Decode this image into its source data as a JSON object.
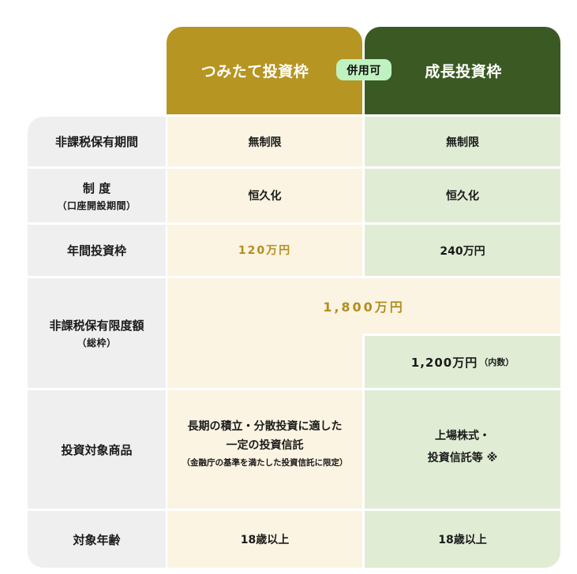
{
  "header": {
    "tsumitate_label": "つみたて投資枠",
    "growth_label": "成長投資枠",
    "badge_label": "併用可"
  },
  "colors": {
    "tsumitate_header": "#b69522",
    "growth_header": "#3b5a23",
    "badge_bg": "#bff2c0",
    "tsumitate_cell": "#fbf4e2",
    "growth_cell": "#e0edd4",
    "label_cell": "#efeff0",
    "gold_text": "#b38e1f"
  },
  "rows": [
    {
      "label": "非課税保有期間",
      "tsumitate": "無制限",
      "growth": "無制限"
    },
    {
      "label": "制 度",
      "label_sub": "（口座開設期間）",
      "tsumitate": "恒久化",
      "growth": "恒久化"
    },
    {
      "label": "年間投資枠",
      "tsumitate": "120万円",
      "growth": "240万円"
    },
    {
      "label": "非課税保有限度額",
      "label_sub": "（総枠）",
      "combined": "1,800万円",
      "growth": "1,200万円",
      "growth_note": "（内数）"
    },
    {
      "label": "投資対象商品",
      "tsumitate_line1": "長期の積立・分散投資に適した",
      "tsumitate_line2": "一定の投資信託",
      "tsumitate_note": "（金融庁の基準を満たした投資信託に限定）",
      "growth_line1": "上場株式・",
      "growth_line2": "投資信託等 ※"
    },
    {
      "label": "対象年齢",
      "tsumitate": "18歳以上",
      "growth": "18歳以上"
    }
  ]
}
